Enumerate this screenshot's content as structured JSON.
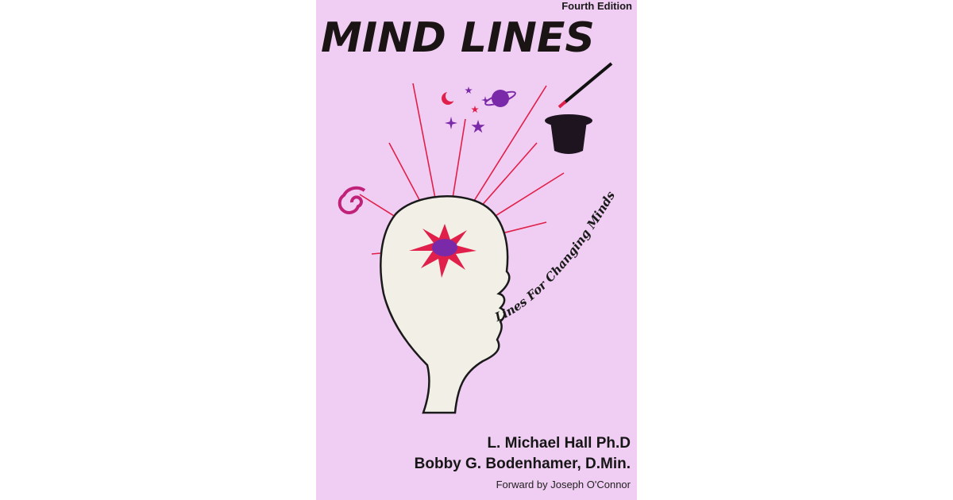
{
  "cover": {
    "edition": "Fourth Edition",
    "title": "MIND LINES",
    "subtitle": "Lines For Changing Minds",
    "authors": [
      "L. Michael Hall Ph.D",
      "Bobby G. Bodenhamer, D.Min."
    ],
    "foreword": "Forward by Joseph O'Connor",
    "background_color": "#f0cdf2",
    "ray_color": "#e0204a",
    "burst_center_color": "#7a2aa8"
  }
}
